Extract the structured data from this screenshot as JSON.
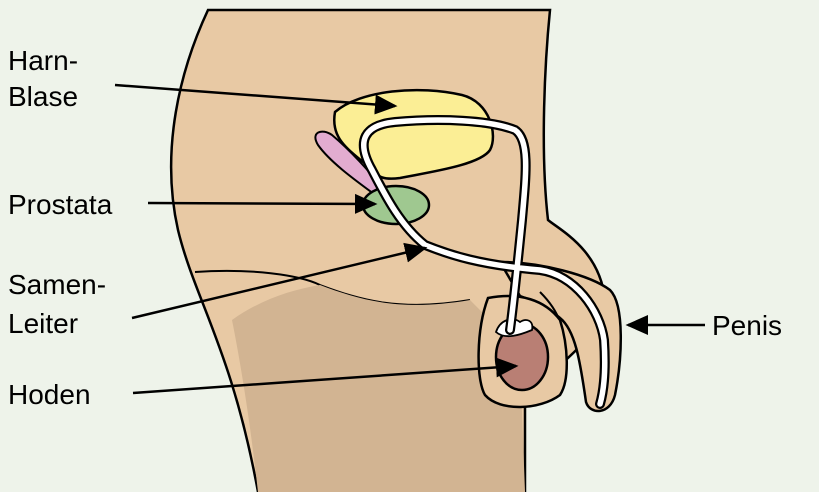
{
  "labels": {
    "bladder_line1": "Harn-",
    "bladder_line2": "Blase",
    "prostate": "Prostata",
    "vas_line1": "Samen-",
    "vas_line2": "Leiter",
    "testis": "Hoden",
    "penis": "Penis"
  },
  "colors": {
    "background": "#eef3ea",
    "skin_light": "#e8c9a4",
    "skin_dark": "#d2b492",
    "bladder": "#fbee95",
    "prostate": "#9fc890",
    "seminal_vesicle": "#e2acd0",
    "testis": "#b97f74",
    "vas_deferens": "#ffffff",
    "outline": "#000000"
  }
}
